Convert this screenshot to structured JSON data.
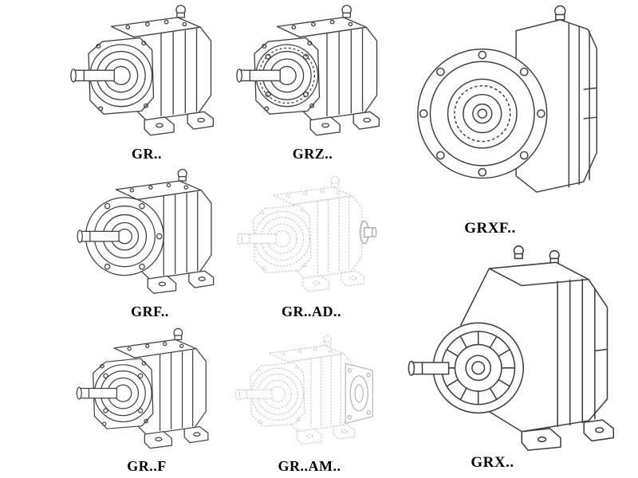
{
  "page": {
    "type": "gear-reducer-catalog",
    "background": "#ffffff"
  },
  "colors": {
    "line": "#3f3f3f",
    "ghost_line": "#c8c8c8",
    "ghost_accent": "#9a9a9a",
    "label": "#000000"
  },
  "products": [
    {
      "id": "gr",
      "label": "GR.."
    },
    {
      "id": "grz",
      "label": "GRZ.."
    },
    {
      "id": "grxf",
      "label": "GRXF.."
    },
    {
      "id": "grf",
      "label": "GRF.."
    },
    {
      "id": "gr-ad",
      "label": "GR..AD.."
    },
    {
      "id": "gr-f",
      "label": "GR..F"
    },
    {
      "id": "gr-am",
      "label": "GR..AM.."
    },
    {
      "id": "grx",
      "label": "GRX.."
    }
  ]
}
